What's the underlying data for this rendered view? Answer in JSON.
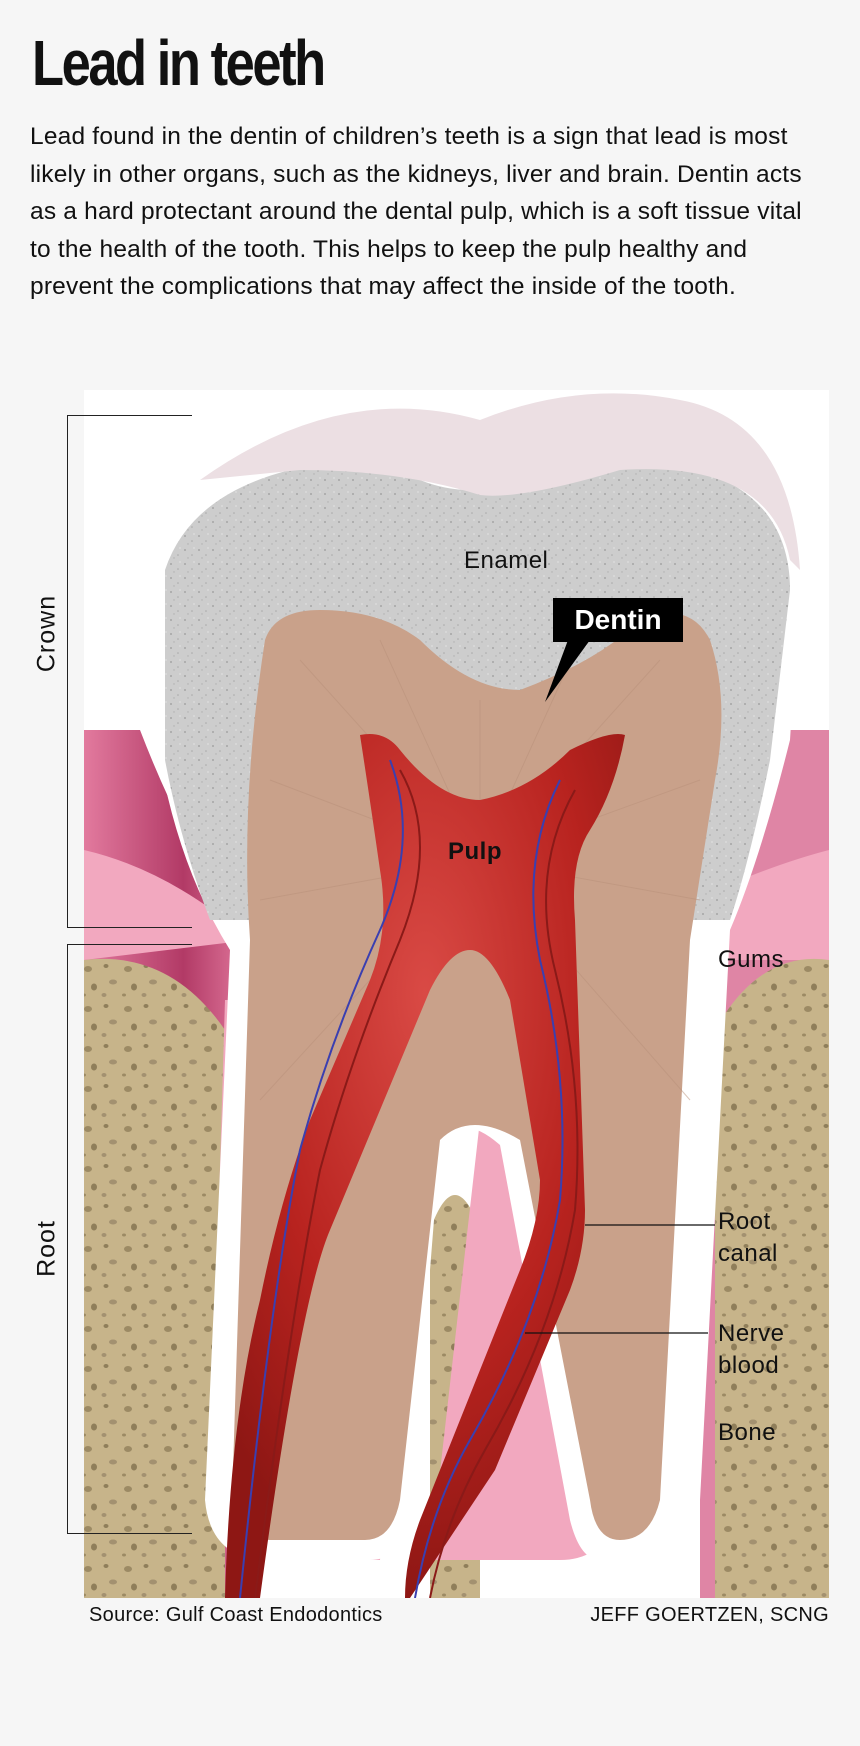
{
  "title": "Lead in teeth",
  "intro": "Lead found in the dentin of children’s teeth is a sign that lead is most likely in other organs, such as the kidneys, liver and brain. Dentin acts as a hard protectant around the dental pulp, which is a soft tissue vital to the health of the tooth. This helps to keep the pulp healthy and prevent the complications that may affect the inside of the tooth.",
  "diagram": {
    "sections": {
      "crown": "Crown",
      "root": "Root"
    },
    "labels": {
      "enamel": "Enamel",
      "dentin": "Dentin",
      "pulp": "Pulp",
      "gums": "Gums",
      "root_canal": "Root\ncanal",
      "nerve_blood": "Nerve\nblood",
      "bone": "Bone"
    },
    "colors": {
      "enamel": "#c9c9c9",
      "dentin": "#c9a18a",
      "pulp": "#b8231f",
      "gums": "#f2a8bf",
      "gums_dark": "#d2577f",
      "bone": "#c7b48a",
      "nerve": "#3a3fb0"
    }
  },
  "footer": {
    "source": "Source: Gulf Coast Endodontics",
    "credit": "JEFF GOERTZEN, SCNG"
  }
}
